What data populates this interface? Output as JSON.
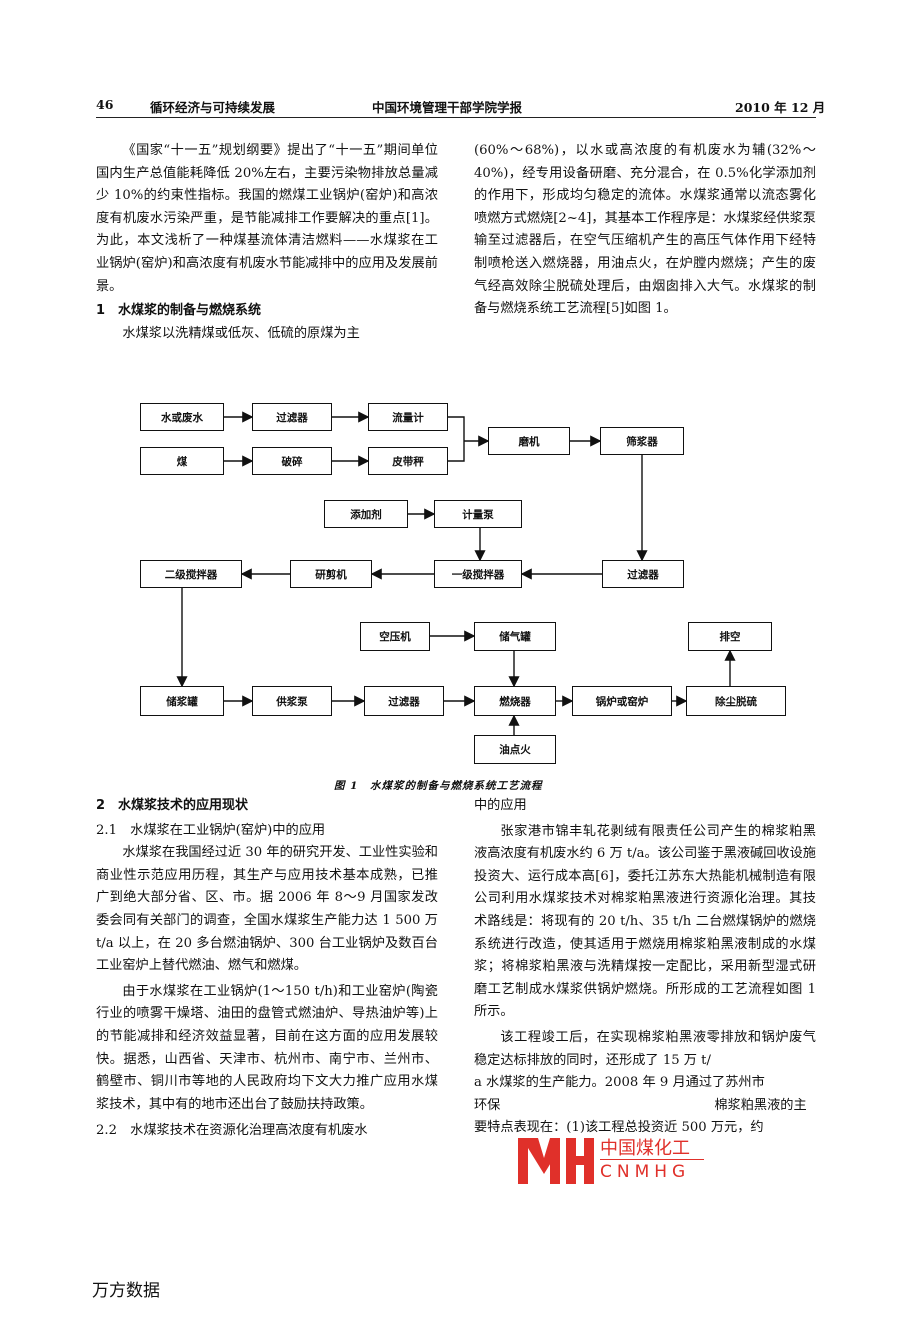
{
  "header": {
    "page_number": "46",
    "journal_left": "循环经济与可持续发展",
    "journal_center": "中国环境管理干部学院学报",
    "date": "2010 年 12 月"
  },
  "left_top": {
    "p1": "《国家“十一五”规划纲要》提出了“十一五”期间单位国内生产总值能耗降低 20%左右，主要污染物排放总量减少 10%的约束性指标。我国的燃煤工业锅炉(窑炉)和高浓度有机废水污染严重，是节能减排工作要解决的重点[1]。为此，本文浅析了一种煤基流体清洁燃料——水煤浆在工业锅炉(窑炉)和高浓度有机废水节能减排中的应用及发展前景。",
    "sec1": "1　水煤浆的制备与燃烧系统",
    "p2": "水煤浆以洗精煤或低灰、低硫的原煤为主"
  },
  "right_top": {
    "p1": "(60%～68%)，以水或高浓度的有机废水为辅(32%～40%)，经专用设备研磨、充分混合，在 0.5%化学添加剂的作用下，形成均匀稳定的流体。水煤浆通常以流态雾化喷燃方式燃烧[2~4]，其基本工作程序是：水煤浆经供浆泵输至过滤器后，在空气压缩机产生的高压气体作用下经特制喷枪送入燃烧器，用油点火，在炉膛内燃烧；产生的废气经高效除尘脱硫处理后，由烟囱排入大气。水煤浆的制备与燃烧系统工艺流程[5]如图 1。"
  },
  "figure": {
    "boxes": {
      "water": "水或废水",
      "filter1": "过滤器",
      "flowmeter": "流量计",
      "coal": "煤",
      "crush": "破碎",
      "belt": "皮带秤",
      "mill": "磨机",
      "sieve": "筛浆器",
      "additive": "添加剂",
      "meter_pump": "计量泵",
      "mixer2": "二级搅拌器",
      "shear": "研剪机",
      "mixer1": "一级搅拌器",
      "filter2": "过滤器",
      "compressor": "空压机",
      "gas_tank": "储气罐",
      "exhaust": "排空",
      "tank": "储浆罐",
      "pump": "供浆泵",
      "filter3": "过滤器",
      "burner": "燃烧器",
      "boiler": "锅炉或窑炉",
      "desulf": "除尘脱硫",
      "oil": "油点火"
    },
    "caption": "图 1　水煤浆的制备与燃烧系统工艺流程"
  },
  "left_bottom": {
    "sec2": "2　水煤浆技术的应用现状",
    "sub21": "2.1　水煤浆在工业锅炉(窑炉)中的应用",
    "p1": "水煤浆在我国经过近 30 年的研究开发、工业性实验和商业性示范应用历程，其生产与应用技术基本成熟，已推广到绝大部分省、区、市。据 2006 年 8～9 月国家发改委会同有关部门的调查，全国水煤浆生产能力达 1 500 万 t/a 以上，在 20 多台燃油锅炉、300 台工业锅炉及数百台工业窑炉上替代燃油、燃气和燃煤。",
    "p2": "由于水煤浆在工业锅炉(1～150 t/h)和工业窑炉(陶瓷行业的喷雾干燥塔、油田的盘管式燃油炉、导热油炉等)上的节能减排和经济效益显著，目前在这方面的应用发展较快。据悉，山西省、天津市、杭州市、南宁市、兰州市、鹤壁市、铜川市等地的人民政府均下文大力推广应用水煤浆技术，其中有的地市还出台了鼓励扶持政策。",
    "sub22": "2.2　水煤浆技术在资源化治理高浓度有机废水"
  },
  "right_bottom": {
    "cont": "中的应用",
    "p1": "张家港市锦丰轧花剥绒有限责任公司产生的棉浆粕黑液高浓度有机废水约 6 万 t/a。该公司鉴于黑液碱回收设施投资大、运行成本高[6]，委托江苏东大热能机械制造有限公司利用水煤浆技术对棉浆粕黑液进行资源化治理。其技术路线是：将现有的 20 t/h、35 t/h 二台燃煤锅炉的燃烧系统进行改造，使其适用于燃烧用棉浆粕黑液制成的水煤浆；将棉浆粕黑液与洗精煤按一定配比，采用新型湿式研磨工艺制成水煤浆供锅炉燃烧。所形成的工艺流程如图 1 所示。",
    "p2a": "该工程竣工后，在实现棉浆粕黑液零排放和锅炉废气稳定达标排放的同时，还形成了 15 万 t/",
    "p2b": "a 水煤浆的生产能力。2008 年 9 月通过了苏州市",
    "p2c": "环保",
    "p2d": "棉浆粕黑液的主",
    "p2e": "要特点表现在：(1)该工程总投资近 500 万元，约"
  },
  "watermark": {
    "mark": "MH",
    "cn": "中国煤化工",
    "en": "CNMHG"
  },
  "footer": {
    "source": "万方数据"
  },
  "colors": {
    "watermark_red": "#e0302a",
    "text": "#111111"
  }
}
